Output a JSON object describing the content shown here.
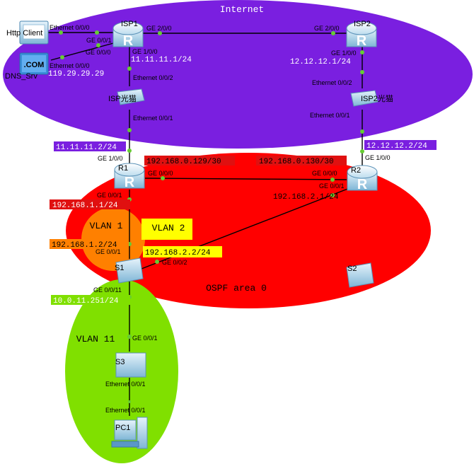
{
  "colors": {
    "internet": "#7a1fe0",
    "ospf": "#ff0000",
    "vlan1": "#ff8000",
    "vlan2": "#ffff00",
    "vlan11": "#80e000",
    "purple_box": "#7a1fe0",
    "red_box": "#e01010",
    "green_box": "#80e000",
    "link": "#000000",
    "port_dot": "#66cc33"
  },
  "areas": {
    "internet": "Internet",
    "ospf": "OSPF area 0",
    "vlan1": "VLAN 1",
    "vlan2": "VLAN 2",
    "vlan11": "VLAN 11"
  },
  "devices": {
    "http_client": "Http Client",
    "dns_srv": "DNS_Srv",
    "dns_badge": ".COM",
    "isp1": "ISP1",
    "isp2": "ISP2",
    "isp_modem1": "ISP光猫",
    "isp_modem2": "ISP2光猫",
    "r1": "R1",
    "r2": "R2",
    "s1": "S1",
    "s2": "S2",
    "s3": "S3",
    "pc1": "PC1"
  },
  "ports": {
    "http_eth": "Ethernet 0/0/0",
    "isp1_ge001": "GE 0/0/1",
    "isp1_ge000": "GE 0/0/0",
    "dns_eth": "Ethernet 0/0/0",
    "isp1_ge200": "GE 2/0/0",
    "isp2_ge200": "GE 2/0/0",
    "isp1_ge100": "GE 1/0/0",
    "isp2_ge100": "GE 1/0/0",
    "modem1_eth002": "Ethernet 0/0/2",
    "modem1_eth001": "Ethernet 0/0/1",
    "modem2_eth002": "Ethernet 0/0/2",
    "modem2_eth001": "Ethernet 0/0/1",
    "r1_ge100": "GE 1/0/0",
    "r2_ge100": "GE 1/0/0",
    "r1_ge000": "GE 0/0/0",
    "r2_ge000": "GE 0/0/0",
    "r1_ge001": "GE 0/0/1",
    "r2_ge001": "GE 0/0/1",
    "s1_ge001": "GE 0/0/1",
    "s1_ge002": "GE 0/0/2",
    "s1_ge0011": "GE 0/0/11",
    "s3_ge001": "GE 0/0/1",
    "s3_eth001": "Ethernet 0/0/1",
    "pc1_eth001": "Ethernet 0/0/1"
  },
  "addresses": {
    "dns_ip": "119.29.29.29",
    "isp1_ip": "11.11.11.1/24",
    "isp2_ip": "12.12.12.1/24",
    "r1_wan": "11.11.11.2/24",
    "r2_wan": "12.12.12.2/24",
    "r1_lan": "192.168.0.129/30",
    "r2_lan": "192.168.0.130/30",
    "r1_v1": "192.168.1.1/24",
    "r2_v2": "192.168.2.1/24",
    "s1_v1": "192.168.1.2/24",
    "s1_v2": "192.168.2.2/24",
    "s1_v11": "10.0.11.251/24"
  }
}
